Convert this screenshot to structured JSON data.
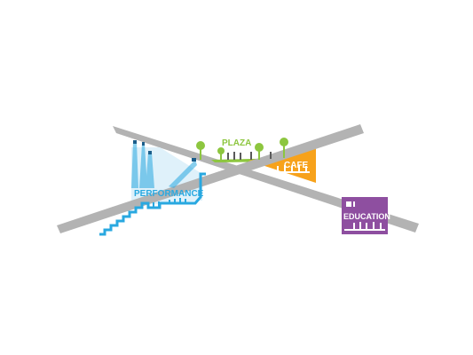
{
  "labels": {
    "plaza": "PLAZA",
    "cafe": "CAFE",
    "performance": "PERFORMANCE",
    "education": "EDUCATION"
  },
  "colors": {
    "beam": "#b3b3b3",
    "plaza": "#8dc63f",
    "cafe": "#f7a21b",
    "performance": "#29a8e0",
    "performance_light": "#dff1fa",
    "education": "#8e4fa0",
    "label_on_fill": "#ffffff",
    "figure": "#5a5a5a"
  },
  "icons": {
    "trees": "tree-icon",
    "people": "person-icon",
    "spotlights": "spotlight-icon",
    "stairs": "stair-icon",
    "bench": "bench-icon"
  }
}
